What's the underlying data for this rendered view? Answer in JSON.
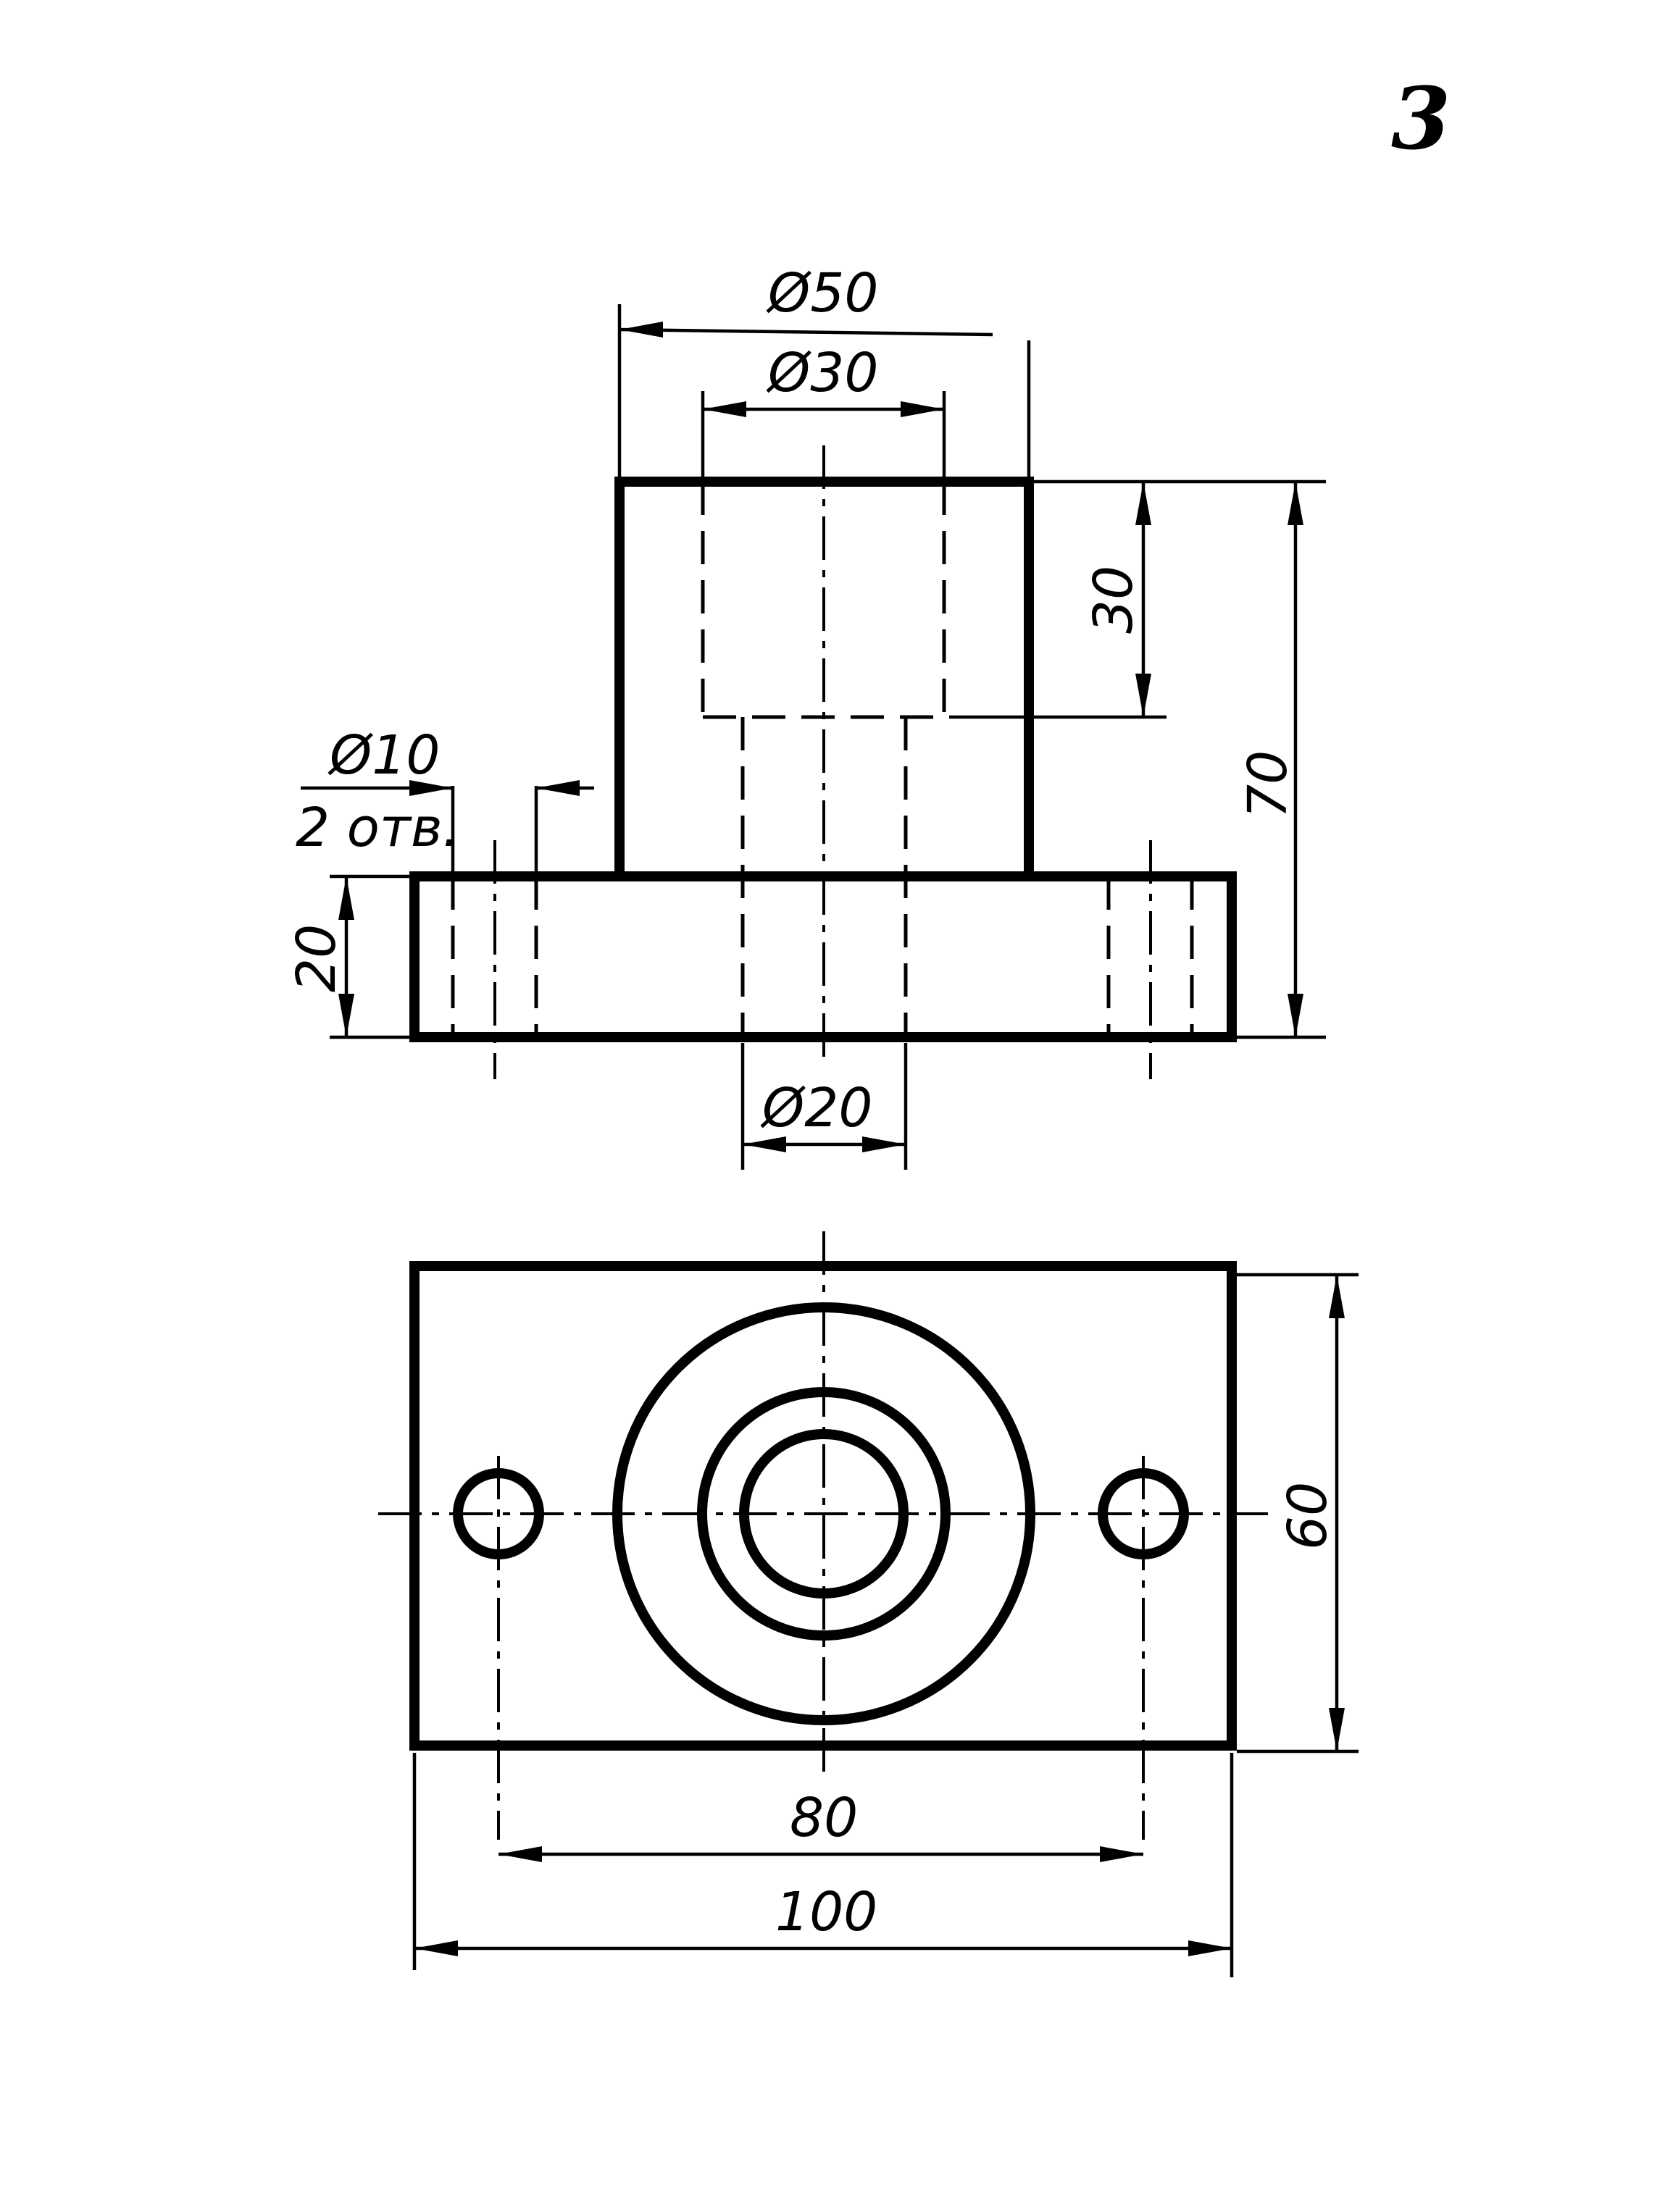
{
  "sheet": {
    "number": "3"
  },
  "front_view": {
    "dims": {
      "outer_dia": "Ø50",
      "bore_dia": "Ø30",
      "bore_depth": "30",
      "total_height": "70",
      "hole_dia": "Ø10",
      "hole_count": "2 отв.",
      "base_height": "20",
      "through_hole_dia": "Ø20"
    }
  },
  "top_view": {
    "dims": {
      "depth": "60",
      "hole_spacing": "80",
      "length": "100"
    }
  }
}
